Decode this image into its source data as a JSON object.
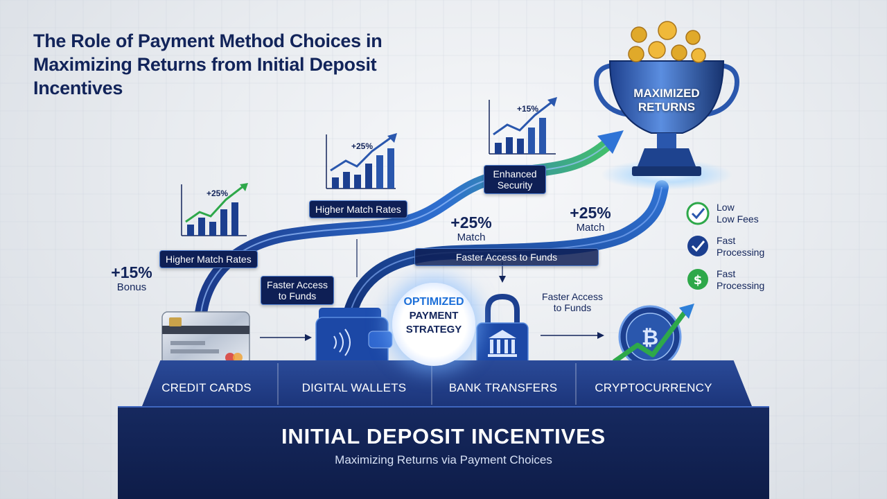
{
  "title": {
    "line1": "The Role of Payment Method Choices in",
    "line2": "Maximizing Returns from Initial Deposit",
    "line3": "Incentives"
  },
  "colors": {
    "navy": "#12245a",
    "pedestal": "#16295f",
    "accent_blue": "#1c6fd8",
    "arrow_green": "#2ea84a",
    "gold": "#e0a92a"
  },
  "flow_labels": {
    "higher_match_1": "Higher Match Rates",
    "higher_match_2": "Higher Match Rates",
    "enhanced_security_1": "Enhanced",
    "enhanced_security_2": "Security",
    "faster_access_box_1": "Faster Access",
    "faster_access_box_2": "to Funds",
    "faster_access_wide": "Faster Access to Funds",
    "faster_access_plain_1": "Faster Access",
    "faster_access_plain_2": "to Funds"
  },
  "stats": {
    "bonus": {
      "value": "+15%",
      "label": "Bonus"
    },
    "match_1": {
      "value": "+25%",
      "label": "Match"
    },
    "match_2": {
      "value": "+25%",
      "label": "Match"
    }
  },
  "charts": {
    "c1": {
      "pct": "+25%",
      "icon": "bar-growth-icon"
    },
    "c2": {
      "pct": "+25%",
      "icon": "bar-growth-icon"
    },
    "c3": {
      "pct": "+15%",
      "icon": "bar-growth-icon"
    }
  },
  "center_badge": {
    "line1": "OPTIMIZED",
    "line2": "PAYMENT",
    "line3": "STRATEGY"
  },
  "trophy": {
    "line1": "MAXIMIZED",
    "line2": "RETURNS",
    "icon": "trophy-icon"
  },
  "benefits": [
    {
      "line1": "Low",
      "line2": "Low Fees",
      "icon": "check-circle-icon"
    },
    {
      "line1": "Fast",
      "line2": "Processing",
      "icon": "check-badge-icon"
    },
    {
      "line1": "Fast",
      "line2": "Processing",
      "icon": "dollar-circle-icon"
    }
  ],
  "methods": [
    {
      "label": "CREDIT CARDS",
      "icon": "credit-card-icon"
    },
    {
      "label": "DIGITAL WALLETS",
      "icon": "wallet-icon"
    },
    {
      "label": "BANK TRANSFERS",
      "icon": "bank-lock-icon"
    },
    {
      "label": "CRYPTOCURRENCY",
      "icon": "crypto-coin-icon"
    }
  ],
  "base": {
    "title": "INITIAL DEPOSIT INCENTIVES",
    "subtitle": "Maximizing Returns via Payment Choices"
  }
}
